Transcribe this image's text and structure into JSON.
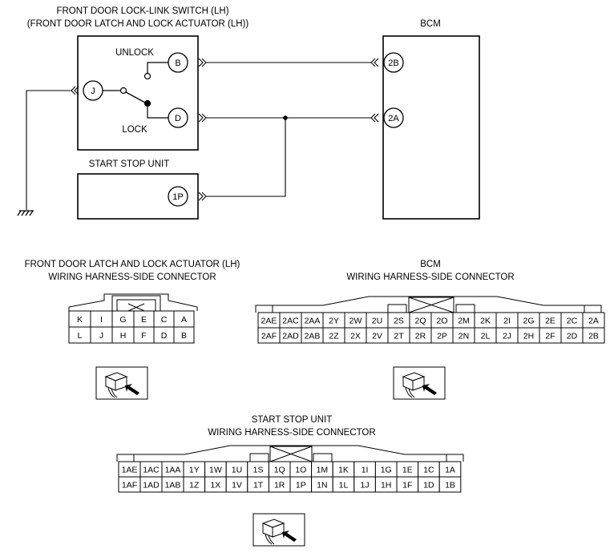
{
  "schematic": {
    "switch_title": [
      "FRONT DOOR LOCK-LINK SWITCH (LH)",
      "(FRONT DOOR LATCH AND LOCK ACTUATOR (LH))"
    ],
    "unlock_label": "UNLOCK",
    "lock_label": "LOCK",
    "bcm_title": "BCM",
    "ssu_title": "START STOP UNIT",
    "pins": {
      "j": "J",
      "b": "B",
      "d": "D",
      "bcm_2b": "2B",
      "bcm_2a": "2A",
      "ssu_1p": "1P"
    }
  },
  "connectors": {
    "actuator": {
      "title": [
        "FRONT DOOR LATCH AND LOCK ACTUATOR (LH)",
        "WIRING HARNESS-SIDE CONNECTOR"
      ],
      "rows": [
        [
          "K",
          "I",
          "G",
          "E",
          "C",
          "A"
        ],
        [
          "L",
          "J",
          "H",
          "F",
          "D",
          "B"
        ]
      ]
    },
    "bcm": {
      "title": [
        "BCM",
        "WIRING HARNESS-SIDE CONNECTOR"
      ],
      "rows": [
        [
          "2AE",
          "2AC",
          "2AA",
          "2Y",
          "2W",
          "2U",
          "2S",
          "2Q",
          "2O",
          "2M",
          "2K",
          "2I",
          "2G",
          "2E",
          "2C",
          "2A"
        ],
        [
          "2AF",
          "2AD",
          "2AB",
          "2Z",
          "2X",
          "2V",
          "2T",
          "2R",
          "2P",
          "2N",
          "2L",
          "2J",
          "2H",
          "2F",
          "2D",
          "2B"
        ]
      ]
    },
    "ssu": {
      "title": [
        "START STOP UNIT",
        "WIRING HARNESS-SIDE CONNECTOR"
      ],
      "rows": [
        [
          "1AE",
          "1AC",
          "1AA",
          "1Y",
          "1W",
          "1U",
          "1S",
          "1Q",
          "1O",
          "1M",
          "1K",
          "1I",
          "1G",
          "1E",
          "1C",
          "1A"
        ],
        [
          "1AF",
          "1AD",
          "1AB",
          "1Z",
          "1X",
          "1V",
          "1T",
          "1R",
          "1P",
          "1N",
          "1L",
          "1J",
          "1H",
          "1F",
          "1D",
          "1B"
        ]
      ]
    }
  }
}
